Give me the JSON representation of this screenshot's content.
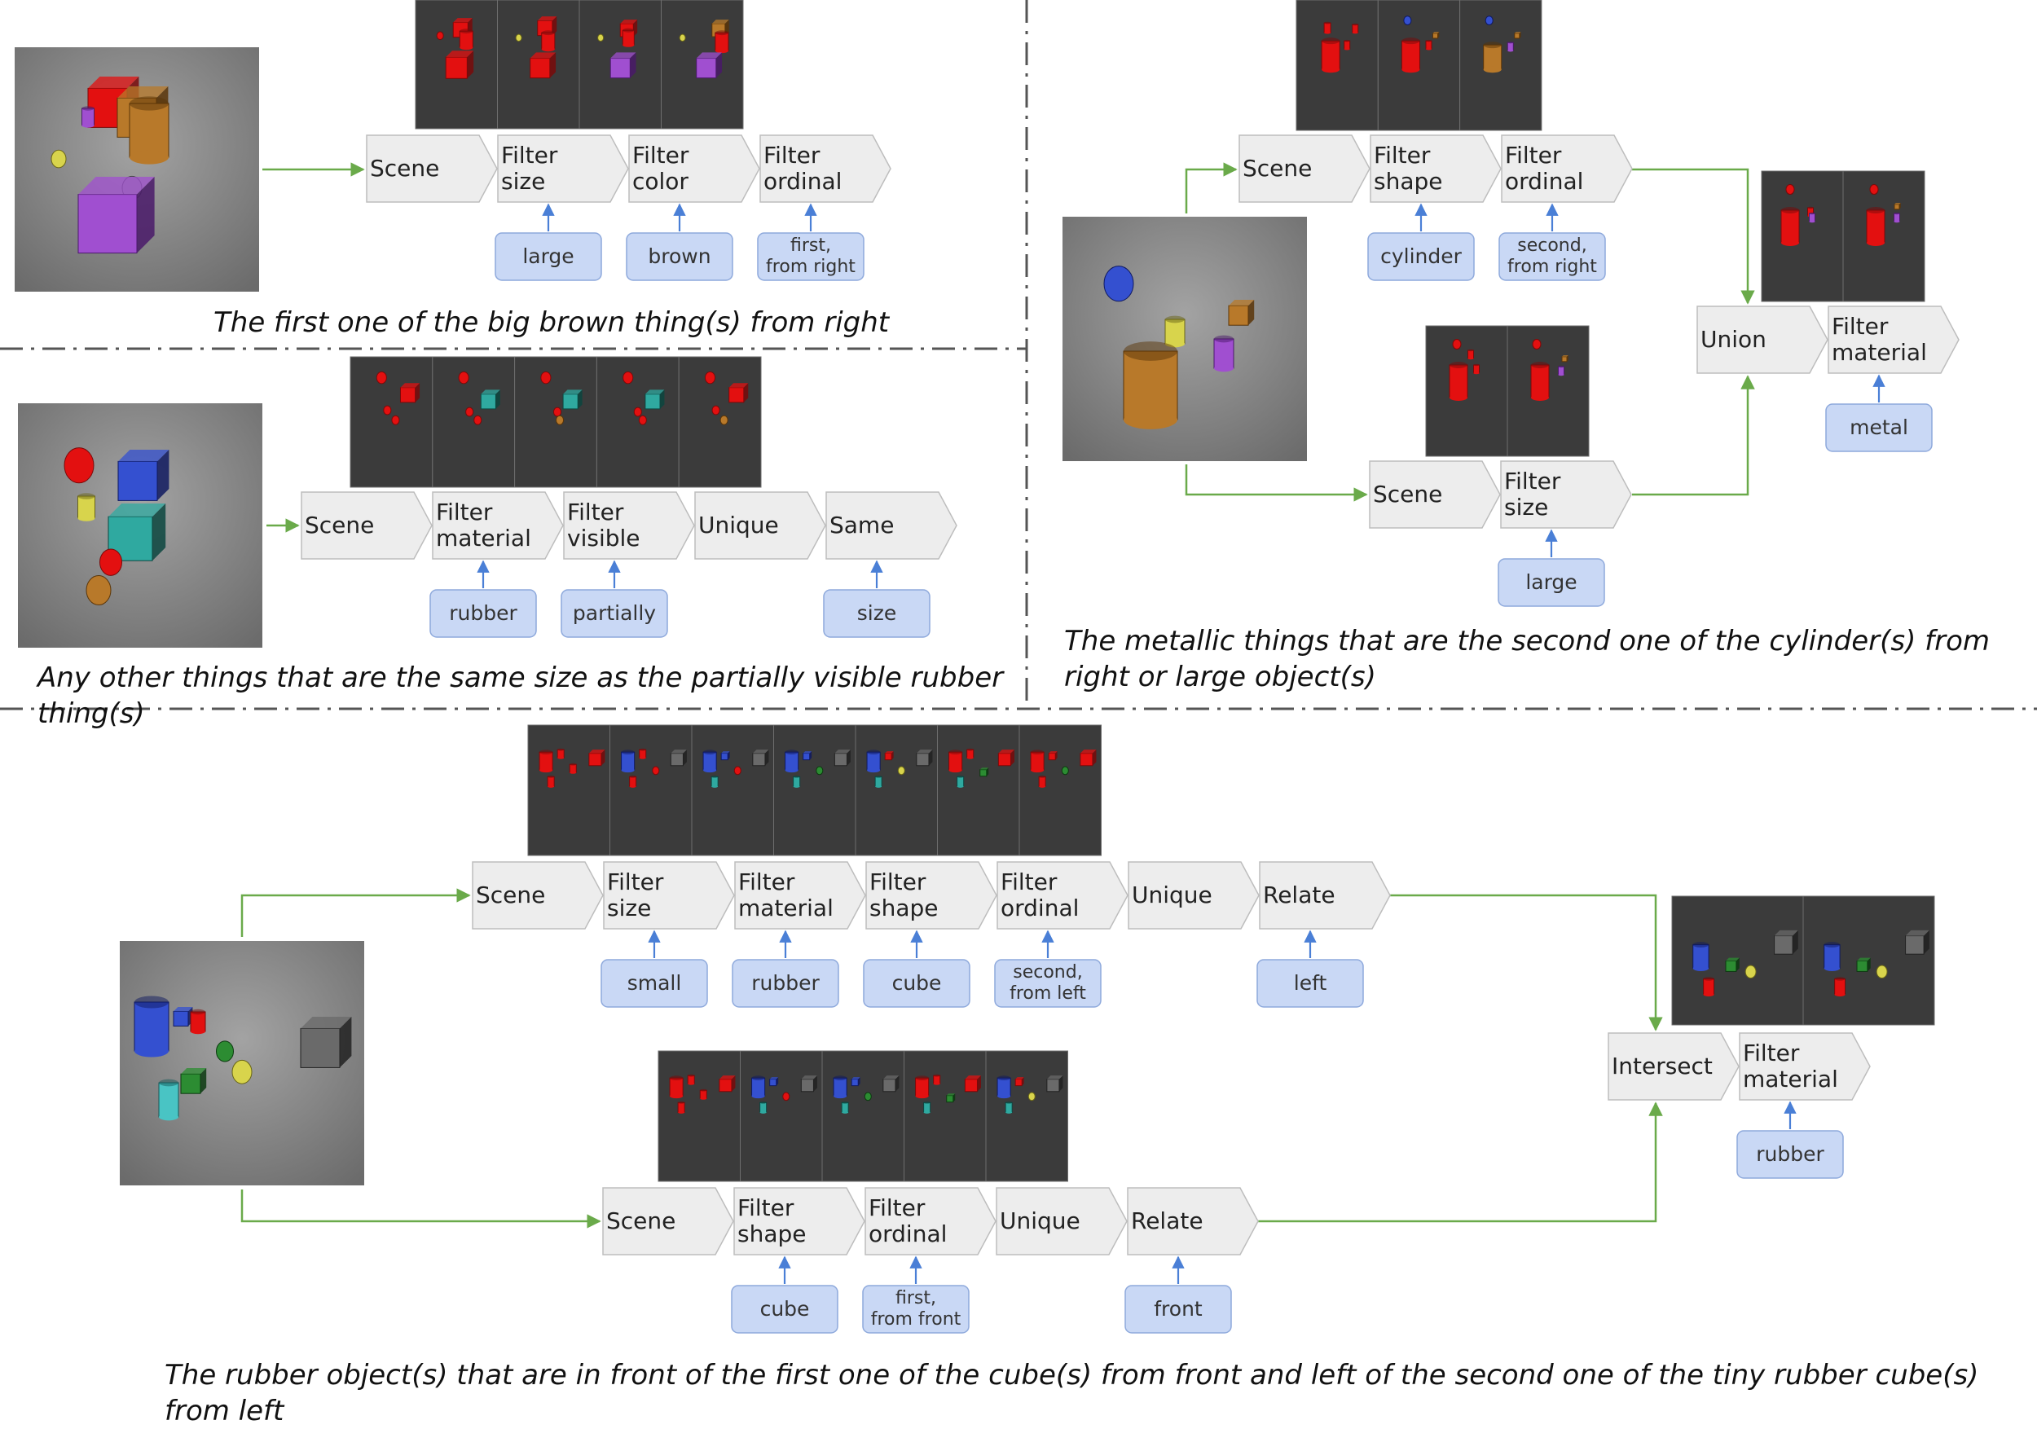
{
  "colors": {
    "node_fill": "#ededed",
    "node_stroke": "#bdbdbd",
    "param_fill": "#c9d8f5",
    "param_stroke": "#8ea9dc",
    "param_arrow": "#4a7fd6",
    "flow_arrow": "#6aaa4a",
    "separator": "#555555",
    "panel_bg": "#3b3b3b",
    "photo_bg": "#8a8a8a"
  },
  "panels": [
    {
      "id": "p1",
      "caption": "The first one of the big brown thing(s) from right",
      "nodes": [
        "Scene",
        "Filter\nsize",
        "Filter\ncolor",
        "Filter\nordinal"
      ],
      "params": [
        "",
        "large",
        "brown",
        "first,\nfrom right"
      ]
    },
    {
      "id": "p2",
      "caption": "Any other things that are the same size as the partially visible rubber thing(s)",
      "nodes": [
        "Scene",
        "Filter\nmaterial",
        "Filter\nvisible",
        "Unique",
        "Same"
      ],
      "params": [
        "",
        "rubber",
        "partially",
        "",
        "size"
      ]
    },
    {
      "id": "p3",
      "caption": "The metallic things that are the second one of the cylinder(s) from right or large object(s)",
      "top_nodes": [
        "Scene",
        "Filter\nshape",
        "Filter\nordinal"
      ],
      "top_params": [
        "",
        "cylinder",
        "second,\nfrom right"
      ],
      "bottom_nodes": [
        "Scene",
        "Filter\nsize"
      ],
      "bottom_params": [
        "",
        "large"
      ],
      "merge_nodes": [
        "Union",
        "Filter\nmaterial"
      ],
      "merge_params": [
        "",
        "metal"
      ]
    },
    {
      "id": "p4",
      "caption": "The rubber object(s) that are in front of the first one of the cube(s) from front and left of the second one of the tiny rubber cube(s) from left",
      "top_nodes": [
        "Scene",
        "Filter\nsize",
        "Filter\nmaterial",
        "Filter\nshape",
        "Filter\nordinal",
        "Unique",
        "Relate"
      ],
      "top_params": [
        "",
        "small",
        "rubber",
        "cube",
        "second,\nfrom left",
        "",
        "left"
      ],
      "bottom_nodes": [
        "Scene",
        "Filter\nshape",
        "Filter\nordinal",
        "Unique",
        "Relate"
      ],
      "bottom_params": [
        "",
        "cube",
        "first,\nfrom front",
        "",
        "front"
      ],
      "merge_nodes": [
        "Intersect",
        "Filter\nmaterial"
      ],
      "merge_params": [
        "",
        "rubber"
      ]
    }
  ]
}
